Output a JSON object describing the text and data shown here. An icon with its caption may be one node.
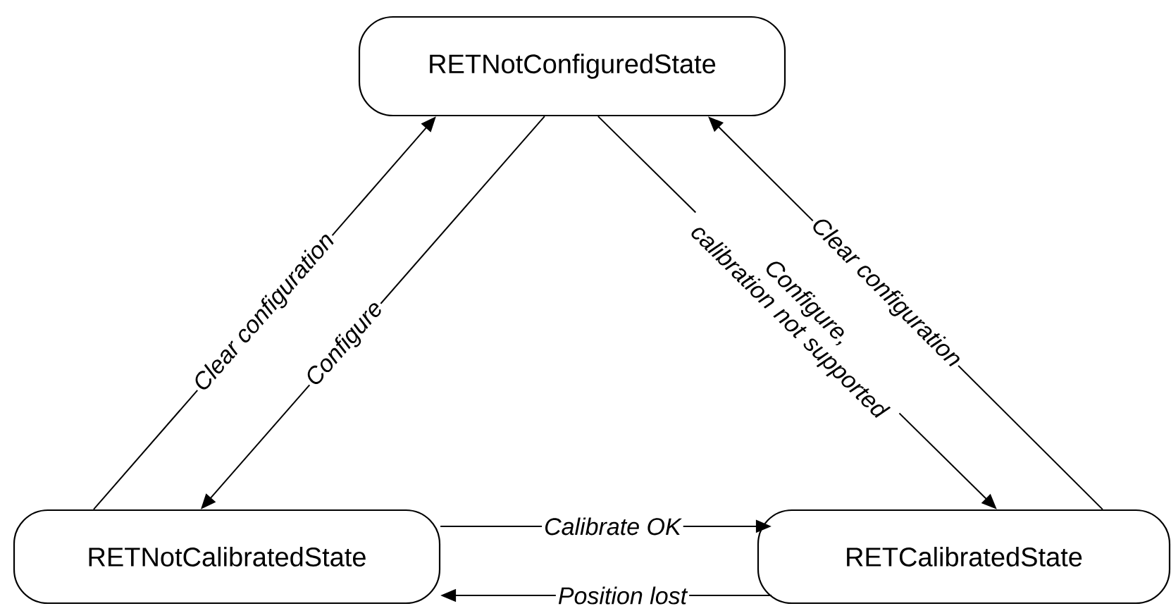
{
  "diagram": {
    "nodes": [
      {
        "text": [
          "RETNotConfiguredState"
        ]
      },
      {
        "text": [
          "RETNotCalibratedState"
        ]
      },
      {
        "text": [
          "RETCalibratedState"
        ]
      }
    ],
    "edges": [
      {
        "from": 1,
        "to": 0,
        "arrow": "to",
        "label": "Clear configuration"
      },
      {
        "from": 0,
        "to": 1,
        "arrow": "to",
        "label": "Configure"
      },
      {
        "from": 0,
        "to": 2,
        "arrow": "to",
        "label": "Configure, calibration not supported"
      },
      {
        "from": 2,
        "to": 0,
        "arrow": "to",
        "label": "Clear configuration"
      },
      {
        "from": 1,
        "to": 2,
        "arrow": "to",
        "label": "Calibrate OK"
      },
      {
        "from": 2,
        "to": 1,
        "arrow": "to",
        "label": "Position lost"
      }
    ]
  }
}
